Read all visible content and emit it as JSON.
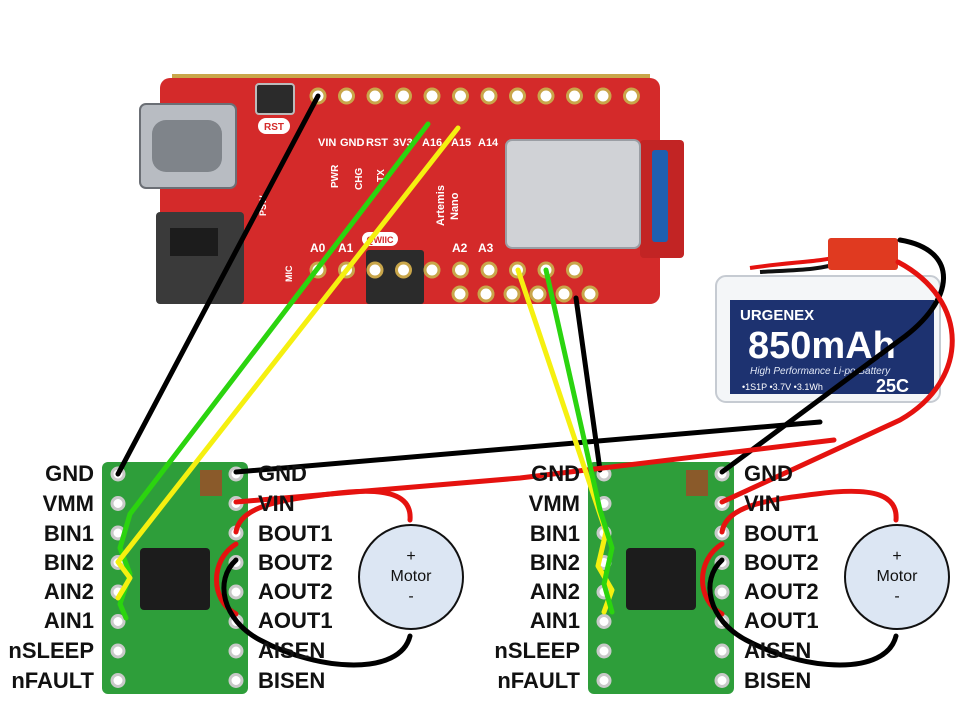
{
  "mcu_board": {
    "button_label": "RST",
    "top_pins": [
      "VIN",
      "GND",
      "RST",
      "3V3",
      "A16",
      "A15",
      "A14"
    ],
    "bottom_pins": [
      "A0",
      "A1",
      "A2",
      "A3"
    ],
    "status_labels": [
      "PWR",
      "CHG",
      "TX"
    ],
    "brand": "Artemis",
    "model": "Nano",
    "connector_label": "QWIIC",
    "mic_label": "MIC",
    "psw_label": "PSW",
    "board_color": "#d42a2a"
  },
  "battery": {
    "brand": "URGENEX",
    "capacity": "850mAh",
    "tagline": "High Performance Li-po Battery",
    "specs": "•1S1P •3.7V •3.1Wh",
    "c_rating": "25C",
    "label_color": "#1d3270"
  },
  "drivers": [
    {
      "left_pins": [
        "GND",
        "VMM",
        "BIN1",
        "BIN2",
        "AIN2",
        "AIN1",
        "nSLEEP",
        "nFAULT"
      ],
      "right_pins": [
        "GND",
        "VIN",
        "BOUT1",
        "BOUT2",
        "AOUT2",
        "AOUT1",
        "AISEN",
        "BISEN"
      ]
    },
    {
      "left_pins": [
        "GND",
        "VMM",
        "BIN1",
        "BIN2",
        "AIN2",
        "AIN1",
        "nSLEEP",
        "nFAULT"
      ],
      "right_pins": [
        "GND",
        "VIN",
        "BOUT1",
        "BOUT2",
        "AOUT2",
        "AOUT1",
        "AISEN",
        "BISEN"
      ]
    }
  ],
  "motors": [
    {
      "plus": "+",
      "label": "Motor",
      "minus": "-"
    },
    {
      "plus": "+",
      "label": "Motor",
      "minus": "-"
    }
  ],
  "wire_colors": {
    "ground": "#000000",
    "power": "#e5120f",
    "signal_a": "#2bd40f",
    "signal_b": "#f5f010"
  },
  "driver_board_color": "#2e9e3a"
}
